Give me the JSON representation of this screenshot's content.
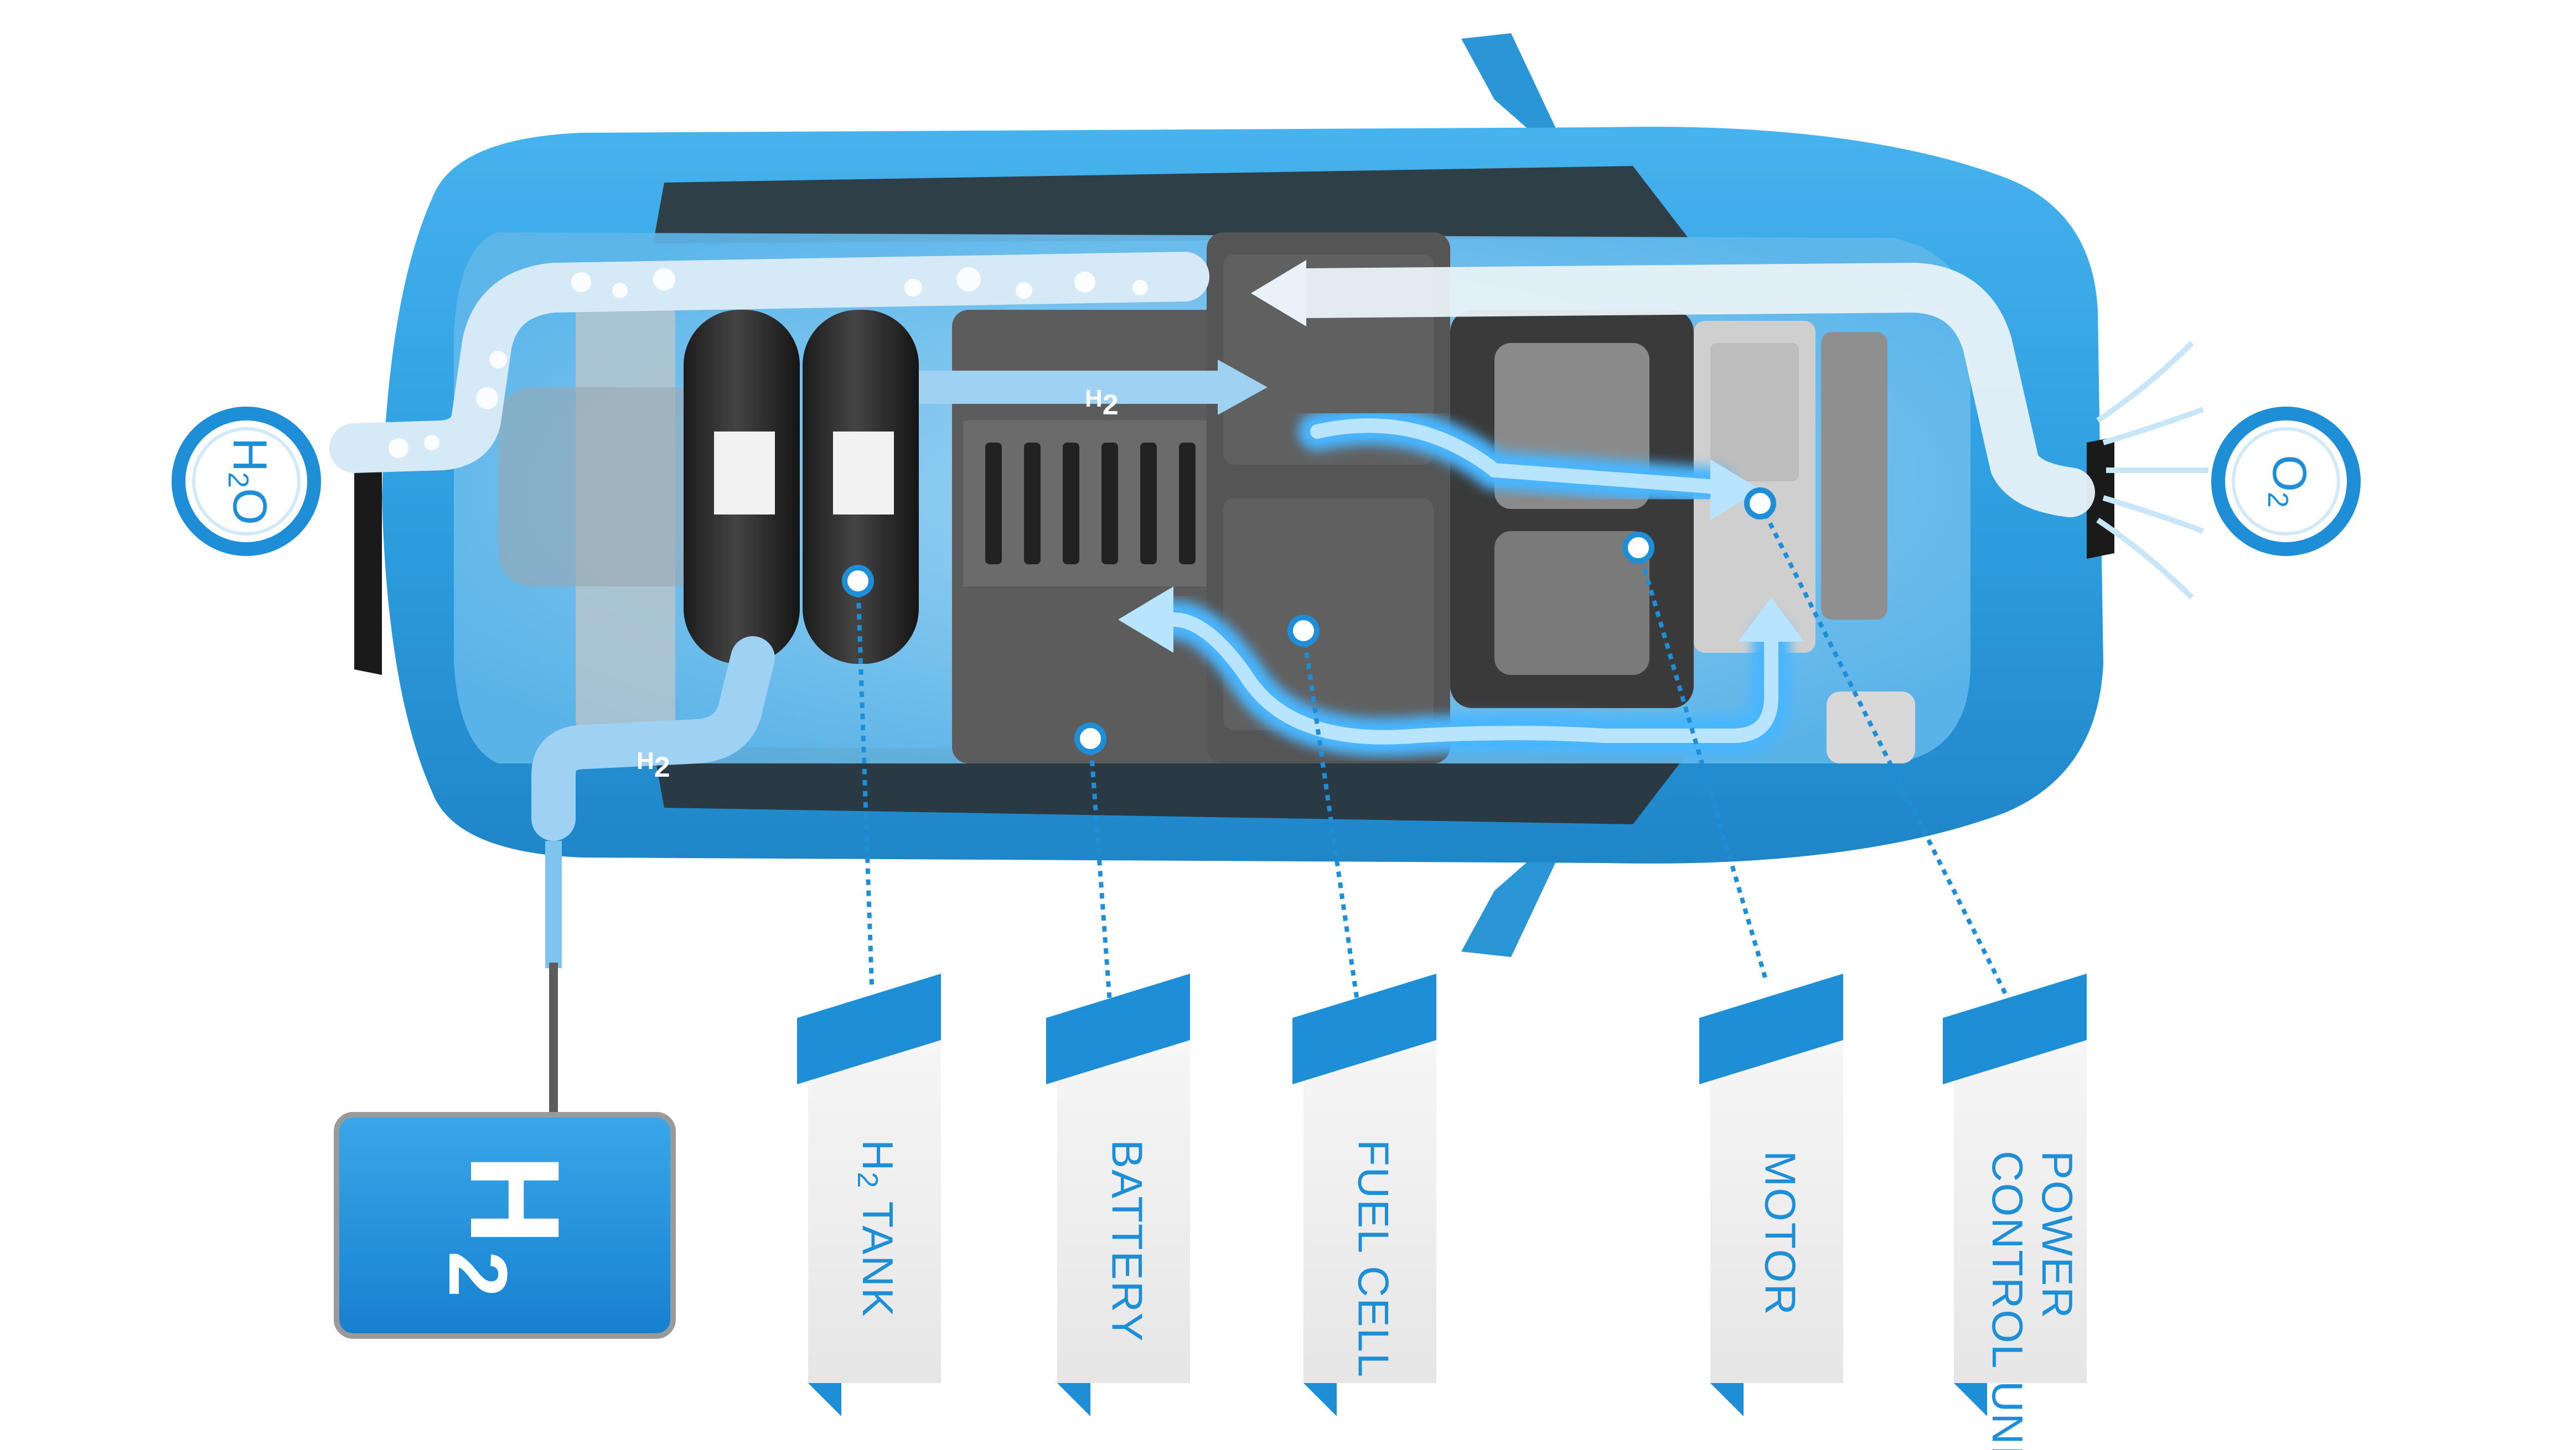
{
  "badges": {
    "water": {
      "main": "H",
      "sub": "2",
      "tail": "O"
    },
    "oxygen": {
      "main": "O",
      "sub": "2"
    }
  },
  "station": {
    "main": "H",
    "sub": "2"
  },
  "flow": {
    "h2_main": "H",
    "h2_sub": "2"
  },
  "labels": [
    {
      "id": "h2-tank",
      "prefix": "H",
      "sub": "2",
      "text": " TANK"
    },
    {
      "id": "battery",
      "text": "BATTERY"
    },
    {
      "id": "fuel-cell",
      "text": "FUEL CELL"
    },
    {
      "id": "motor",
      "text": "MOTOR"
    },
    {
      "id": "power-control-unit",
      "line1": "POWER",
      "line2": "CONTROL UNIT"
    }
  ],
  "colors": {
    "car_body": "#2f9fe0",
    "car_shadow": "#1a7fbf",
    "accent": "#1e8fd6",
    "chassis": "#5a5a5a",
    "energy": "#4ab6ff"
  }
}
